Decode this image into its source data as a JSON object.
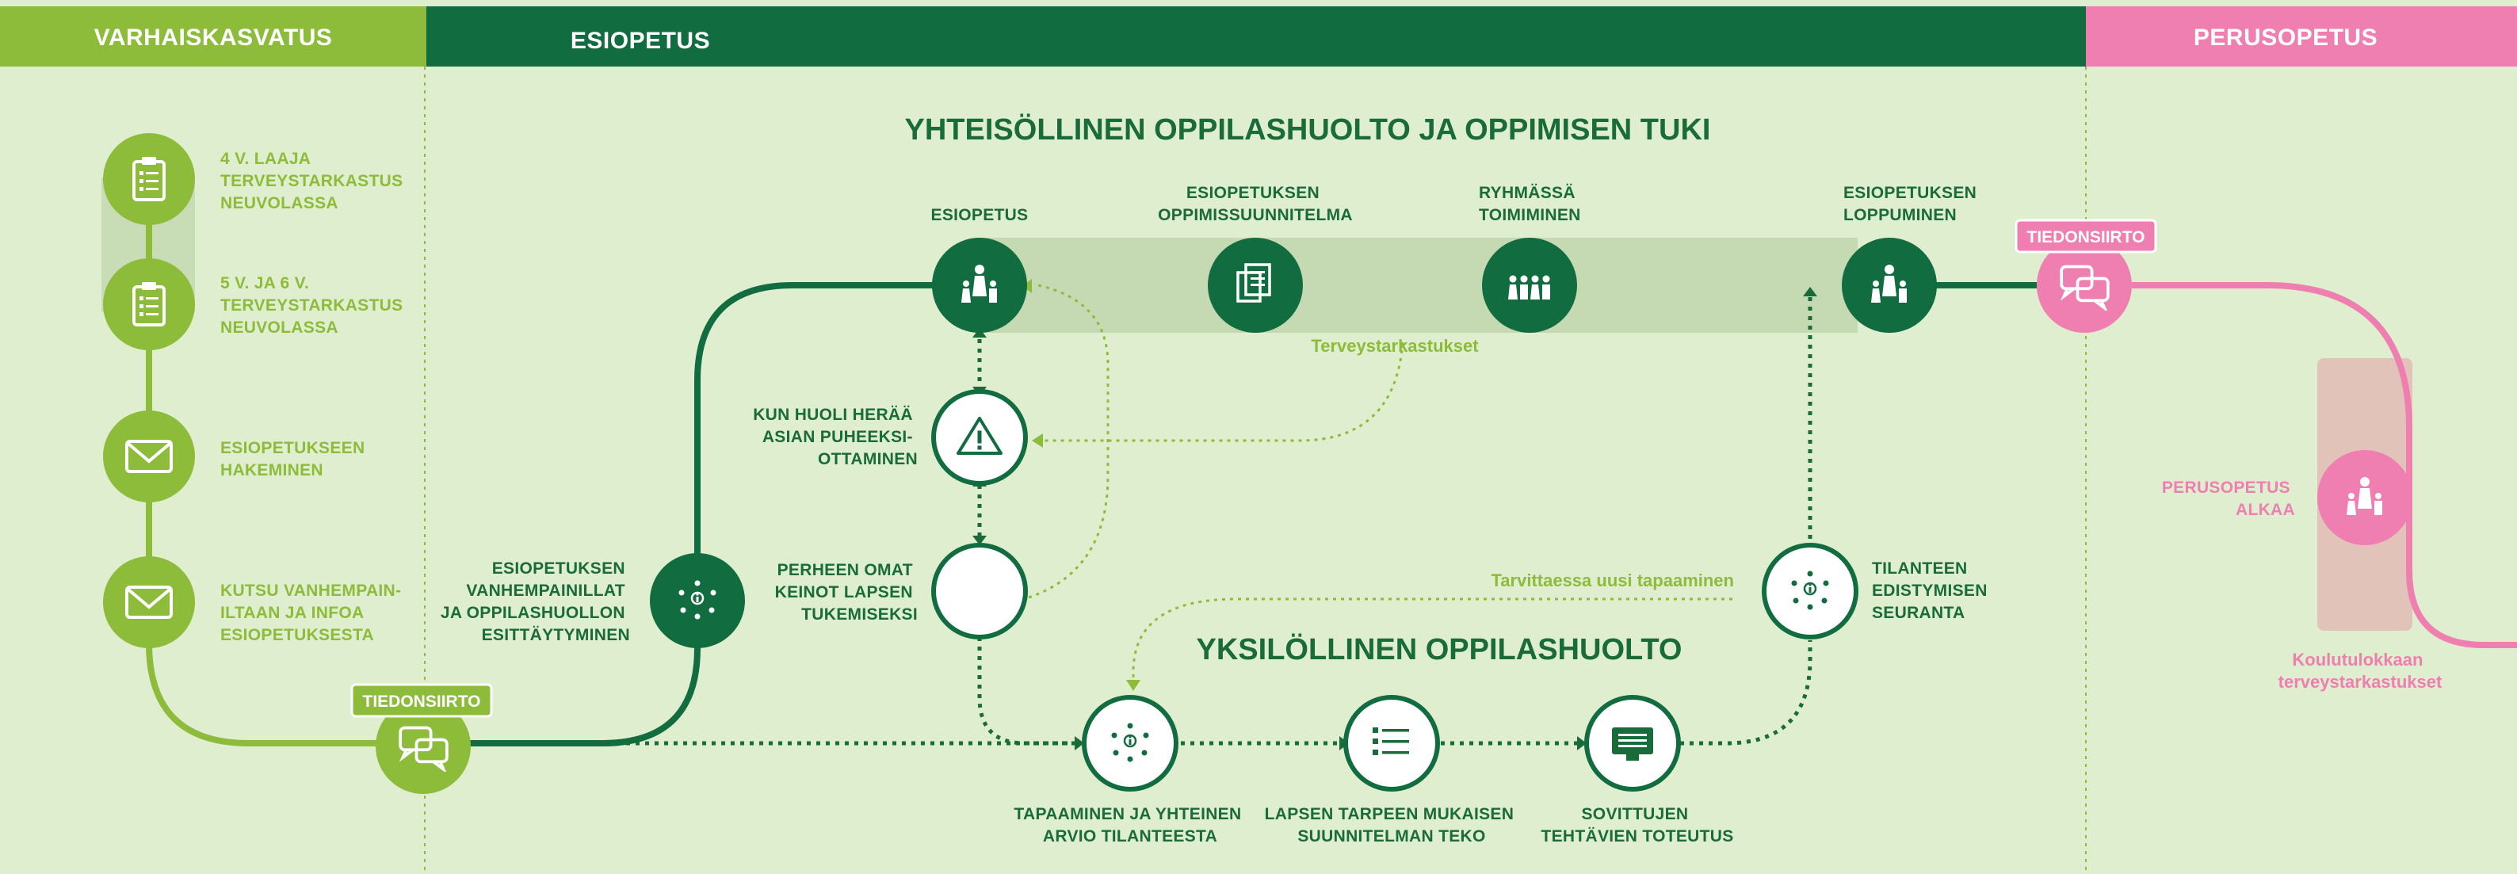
{
  "headers": {
    "early": "VARHAISKASVATUS",
    "pre": "ESIOPETUS",
    "basic": "PERUSOPETUS"
  },
  "titles": {
    "community": "YHTEISÖLLINEN OPPILASHUOLTO JA OPPIMISEN TUKI",
    "individual": "YKSILÖLLINEN OPPILASHUOLTO"
  },
  "left_column": [
    {
      "lines": [
        "4 V. LAAJA",
        "TERVEYSTARKASTUS",
        "NEUVOLASSA"
      ],
      "icon": "clipboard-icon"
    },
    {
      "lines": [
        "5 V. JA 6 V.",
        "TERVEYSTARKASTUS",
        "NEUVOLASSA"
      ],
      "icon": "clipboard-icon"
    },
    {
      "lines": [
        "ESIOPETUKSEEN",
        "HAKEMINEN"
      ],
      "icon": "envelope-icon"
    },
    {
      "lines": [
        "KUTSU VANHEMPAIN-",
        "ILTAAN JA INFOA",
        "ESIOPETUKSESTA"
      ],
      "icon": "envelope-icon"
    }
  ],
  "badges": {
    "left": "TIEDONSIIRTO",
    "right": "TIEDONSIIRTO"
  },
  "intro_node": {
    "lines": [
      "ESIOPETUKSEN",
      "VANHEMPAINILLAT",
      "JA OPPILASHUOLLON",
      "ESITTÄYTYMINEN"
    ],
    "icon": "info-people-icon"
  },
  "top_row": [
    {
      "lines": [
        "ESIOPETUS"
      ],
      "icon": "family-icon"
    },
    {
      "lines": [
        "ESIOPETUKSEN",
        "OPPIMISSUUNNITELMA"
      ],
      "icon": "document-icon"
    },
    {
      "lines": [
        "RYHMÄSSÄ",
        "TOIMIMINEN"
      ],
      "icon": "group-icon"
    },
    {
      "lines": [
        "ESIOPETUKSEN",
        "LOPPUMINEN"
      ],
      "icon": "family-icon"
    }
  ],
  "health_checks": "Terveystarkastukset",
  "concern_node": {
    "lines": [
      "KUN HUOLI HERÄÄ",
      "ASIAN PUHEEKSI-",
      "OTTAMINEN"
    ],
    "icon": "warning-icon"
  },
  "family_node": {
    "lines": [
      "PERHEEN OMAT",
      "KEINOT LAPSEN",
      "TUKEMISEKSI"
    ],
    "icon": "family-icon"
  },
  "followup_node": {
    "lines": [
      "TILANTEEN",
      "EDISTYMISEN",
      "SEURANTA"
    ],
    "icon": "info-people-icon"
  },
  "new_meeting": "Tarvittaessa uusi tapaaminen",
  "bottom_row": [
    {
      "lines": [
        "TAPAAMINEN JA YHTEINEN",
        "ARVIO TILANTEESTA"
      ],
      "icon": "info-people-icon"
    },
    {
      "lines": [
        "LAPSEN TARPEEN MUKAISEN",
        "SUUNNITELMAN TEKO"
      ],
      "icon": "list-icon"
    },
    {
      "lines": [
        "SOVITTUJEN",
        "TEHTÄVIEN TOTEUTUS"
      ],
      "icon": "screen-icon"
    }
  ],
  "basic_start": {
    "lines": [
      "PERUSOPETUS",
      "ALKAA"
    ],
    "icon": "family-icon"
  },
  "school_checks": [
    "Koulutulokkaan",
    "terveystarkastukset"
  ],
  "colors": {
    "light_green": "#8cbc3a",
    "dark_green": "#1a6b3a",
    "pink": "#ef7fb0",
    "background": "#dfeecf"
  }
}
